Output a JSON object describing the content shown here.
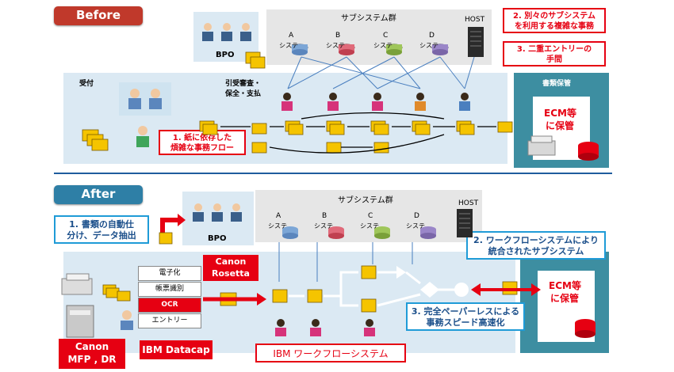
{
  "before": {
    "stage_label": "Before",
    "subsystem_group_label": "サブシステム群",
    "host_label": "HOST",
    "bpo_label": "BPO",
    "reception_label": "受付",
    "review_label_1": "引受審査・",
    "review_label_2": "保全・支払",
    "doc_storage_label": "書類保管",
    "ecm_label_1": "ECM等",
    "ecm_label_2": "に保管",
    "systems": [
      {
        "letter": "A",
        "label": "システ"
      },
      {
        "letter": "B",
        "label": "システ"
      },
      {
        "letter": "C",
        "label": "システ"
      },
      {
        "letter": "D",
        "label": "システ"
      }
    ],
    "notes": {
      "note1_line1": "1. 紙に依存した",
      "note1_line2": "煩雑な事務フロー",
      "note2_line1": "2. 別々のサブシステム",
      "note2_line2": "を利用する複雑な事務",
      "note3_line1": "3. 二重エントリーの",
      "note3_line2": "手間"
    }
  },
  "after": {
    "stage_label": "After",
    "subsystem_group_label": "サブシステム群",
    "host_label": "HOST",
    "bpo_label": "BPO",
    "systems": [
      {
        "letter": "A",
        "label": "システ"
      },
      {
        "letter": "B",
        "label": "システ"
      },
      {
        "letter": "C",
        "label": "システ"
      },
      {
        "letter": "D",
        "label": "システ"
      }
    ],
    "note1_line1": "1. 書類の自動仕",
    "note1_line2": "分け、データ抽出",
    "note2_line1": "2. ワークフローシステムにより",
    "note2_line2": "統合されたサブシステム",
    "note3_line1": "3. 完全ペーパーレスによる",
    "note3_line2": "事務スピード高速化",
    "rosetta_line1": "Canon",
    "rosetta_line2": "Rosetta",
    "stack_items": [
      "電子化",
      "帳票識別",
      "OCR",
      "エントリー"
    ],
    "mfp_line1": "Canon",
    "mfp_line2": "MFP , DR",
    "datacap_label": "IBM Datacap",
    "workflow_label": "IBM ワークフローシステム",
    "ecm_label_1": "ECM等",
    "ecm_label_2": "に保管"
  },
  "colors": {
    "red": "#e60012",
    "blue_border": "#1f9bd7",
    "panel": "#dbe9f3",
    "gray_panel": "#e6e6e6",
    "teal": "#3d8ea1",
    "stage_before": "#c0392b",
    "stage_after": "#2e7fa6",
    "doc_yellow": "#f5c400"
  },
  "icons": [
    "person-icon",
    "document-icon",
    "database-icon",
    "server-icon",
    "scanner-icon",
    "arrow-icon"
  ]
}
